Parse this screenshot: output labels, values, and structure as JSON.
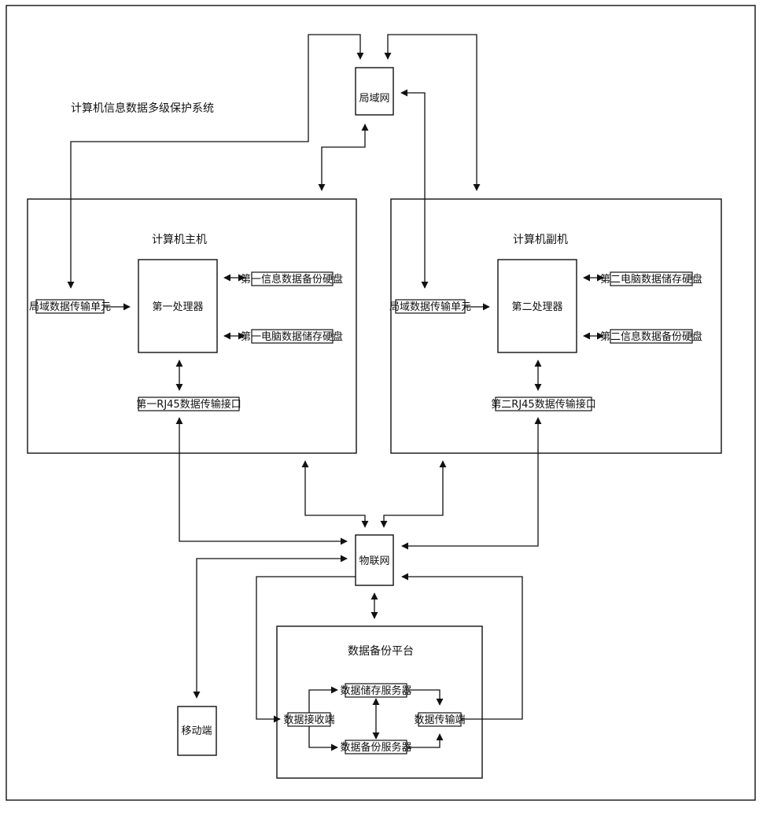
{
  "diagram": {
    "system_title": "计算机信息数据多级保护系统",
    "lan": "局域网",
    "iot": "物联网",
    "mobile": "移动端",
    "main_host": {
      "title": "计算机主机",
      "processor": "第一处理器",
      "lan_unit": "局域数据传输单元",
      "disk_info_backup": "第一信息数据备份硬盘",
      "disk_pc_storage": "第一电脑数据储存硬盘",
      "rj45": "第一RJ45数据传输接口"
    },
    "sub_host": {
      "title": "计算机副机",
      "processor": "第二处理器",
      "lan_unit": "局域数据传输单元",
      "disk_pc_storage": "第二电脑数据储存硬盘",
      "disk_info_backup": "第二信息数据备份硬盘",
      "rj45": "第二RJ45数据传输接口"
    },
    "backup_platform": {
      "title": "数据备份平台",
      "storage_server": "数据储存服务器",
      "receiver": "数据接收端",
      "transmitter": "数据传输端",
      "backup_server": "数据备份服务器"
    }
  }
}
